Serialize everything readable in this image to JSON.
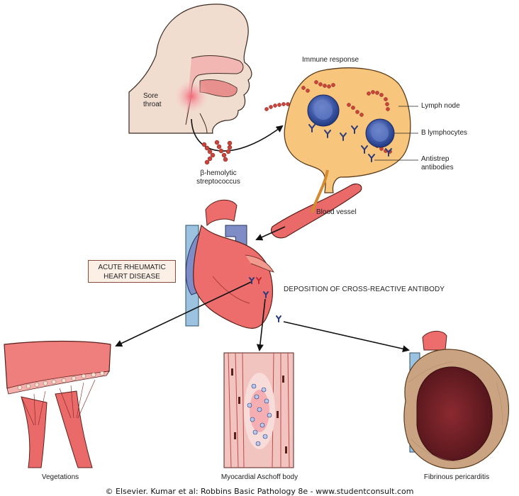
{
  "labels": {
    "sore_throat_1": "Sore",
    "sore_throat_2": "throat",
    "strep_1": "β-hemolytic",
    "strep_2": "streptococcus",
    "immune_response": "Immune response",
    "lymph_node": "Lymph node",
    "b_lymphocytes": "B lymphocytes",
    "antistrep_1": "Antistrep",
    "antistrep_2": "antibodies",
    "blood_vessel": "Blood vessel",
    "arhd_1": "ACUTE RHEUMATIC",
    "arhd_2": "HEART DISEASE",
    "deposition": "DEPOSITION OF CROSS-REACTIVE ANTIBODY",
    "vegetations": "Vegetations",
    "aschoff": "Myocardial Aschoff body",
    "pericarditis": "Fibrinous pericarditis"
  },
  "credit": "© Elsevier. Kumar et al: Robbins Basic Pathology 8e - www.studentconsult.com",
  "colors": {
    "skin": "#f0ddd0",
    "lymph": "#f7c57c",
    "heart": "#ec6d6b",
    "vessel_blue": "#7e8dc5",
    "strep": "#c9453c",
    "antibody": "#2a3a7c"
  }
}
